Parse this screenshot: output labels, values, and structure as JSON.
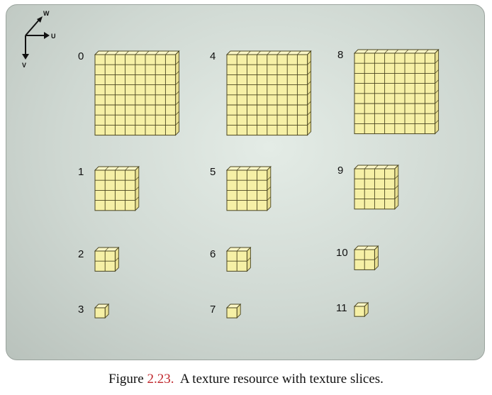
{
  "axes": {
    "u_label": "U",
    "v_label": "V",
    "w_label": "W"
  },
  "slices": [
    {
      "label": "0",
      "grid": 8
    },
    {
      "label": "1",
      "grid": 4
    },
    {
      "label": "2",
      "grid": 2
    },
    {
      "label": "3",
      "grid": 1
    },
    {
      "label": "4",
      "grid": 8
    },
    {
      "label": "5",
      "grid": 4
    },
    {
      "label": "6",
      "grid": 2
    },
    {
      "label": "7",
      "grid": 1
    },
    {
      "label": "8",
      "grid": 8
    },
    {
      "label": "9",
      "grid": 4
    },
    {
      "label": "10",
      "grid": 2
    },
    {
      "label": "11",
      "grid": 1
    }
  ],
  "colors": {
    "cube_front": "#f6f0a6",
    "cube_top": "#fbf6c6",
    "cube_side": "#e9e092",
    "cube_line": "#4a4520",
    "panel": "#d7e0da"
  },
  "caption": {
    "prefix": "Figure ",
    "number": "2.23.",
    "text": "  A texture resource with texture slices."
  }
}
